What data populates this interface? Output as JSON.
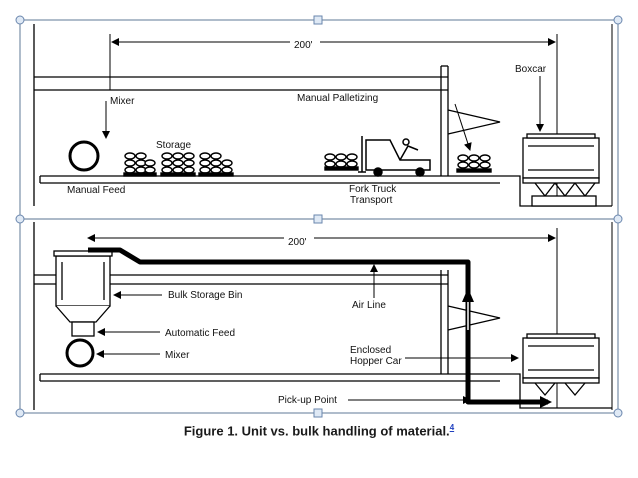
{
  "top_panel": {
    "dimension": "200'",
    "mixer": "Mixer",
    "storage": "Storage",
    "manual_feed": "Manual Feed",
    "manual_palletizing": "Manual Palletizing",
    "boxcar": "Boxcar",
    "fork_truck_line1": "Fork Truck",
    "fork_truck_line2": "Transport"
  },
  "bottom_panel": {
    "dimension": "200'",
    "bulk_storage_bin": "Bulk Storage Bin",
    "air_line": "Air Line",
    "automatic_feed": "Automatic Feed",
    "mixer": "Mixer",
    "hopper_line1": "Enclosed",
    "hopper_line2": "Hopper Car",
    "pickup_point": "Pick-up Point"
  },
  "caption": {
    "text": "Figure 1. Unit vs. bulk handling of material.",
    "ref": "4"
  }
}
